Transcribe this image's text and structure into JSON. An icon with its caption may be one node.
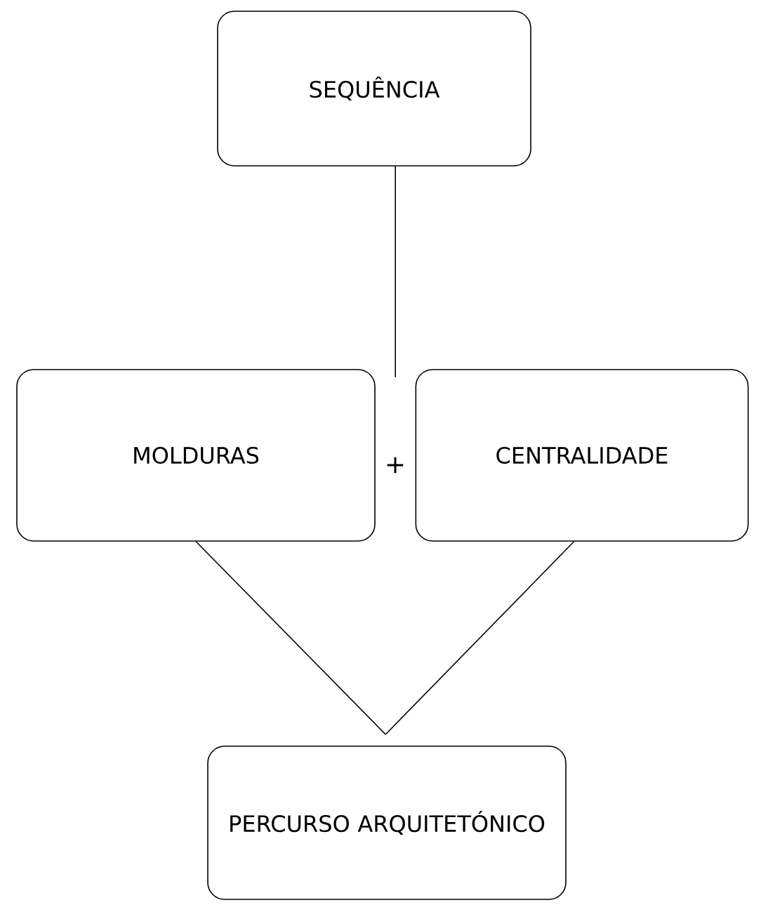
{
  "diagram": {
    "nodes": [
      {
        "text": [
          "SEQUÊNCIA"
        ]
      },
      {
        "text": [
          "MOLDURAS"
        ]
      },
      {
        "text": [
          "CENTRALIDADE"
        ]
      },
      {
        "text": [
          "PERCURSO ARQUITETÓNICO"
        ]
      }
    ],
    "edges": [
      {
        "from": 0,
        "to": null,
        "arrow": "none"
      },
      {
        "from": 1,
        "to": 3,
        "arrow": "none"
      },
      {
        "from": 2,
        "to": 3,
        "arrow": "none"
      }
    ],
    "labels": [
      "+"
    ]
  }
}
